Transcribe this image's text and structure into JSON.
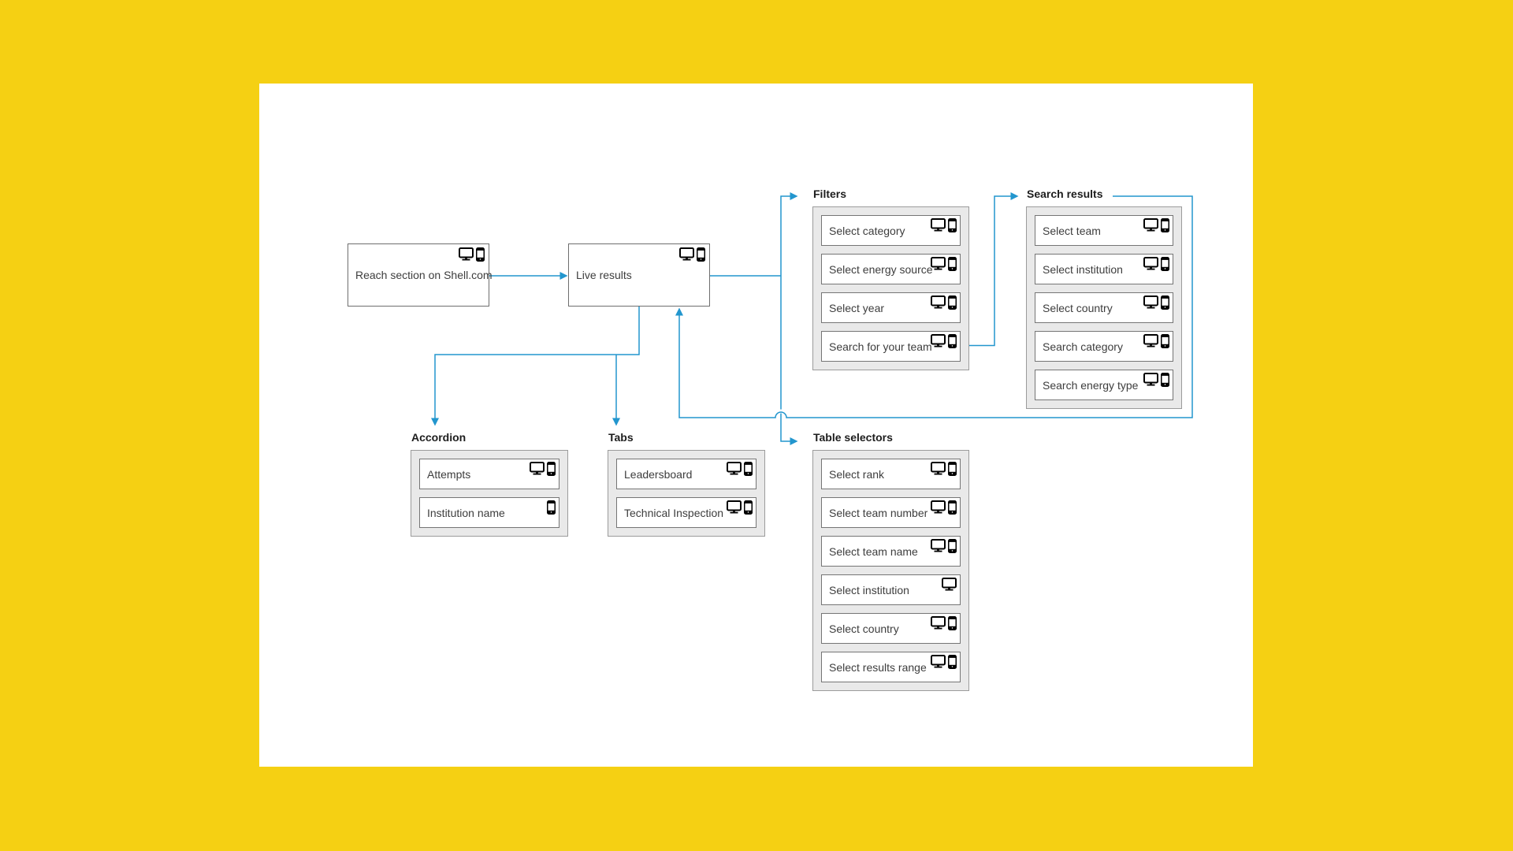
{
  "diagram": {
    "background_color": "#F5D013",
    "canvas_color": "#FFFFFF",
    "wire_color": "#2296CE",
    "nodes": [
      {
        "id": "reach",
        "label": "Reach section on Shell.com",
        "devices": [
          "desktop",
          "mobile"
        ]
      },
      {
        "id": "live",
        "label": "Live results",
        "devices": [
          "desktop",
          "mobile"
        ]
      }
    ],
    "groups": [
      {
        "id": "filters",
        "title": "Filters",
        "items": [
          {
            "label": "Select category",
            "devices": [
              "desktop",
              "mobile"
            ]
          },
          {
            "label": "Select energy source",
            "devices": [
              "desktop",
              "mobile"
            ]
          },
          {
            "label": "Select year",
            "devices": [
              "desktop",
              "mobile"
            ]
          },
          {
            "label": "Search for your team",
            "devices": [
              "desktop",
              "mobile"
            ]
          }
        ]
      },
      {
        "id": "search-results",
        "title": "Search results",
        "items": [
          {
            "label": "Select team",
            "devices": [
              "desktop",
              "mobile"
            ]
          },
          {
            "label": "Select institution",
            "devices": [
              "desktop",
              "mobile"
            ]
          },
          {
            "label": "Select country",
            "devices": [
              "desktop",
              "mobile"
            ]
          },
          {
            "label": "Search category",
            "devices": [
              "desktop",
              "mobile"
            ]
          },
          {
            "label": "Search energy type",
            "devices": [
              "desktop",
              "mobile"
            ]
          }
        ]
      },
      {
        "id": "accordion",
        "title": "Accordion",
        "items": [
          {
            "label": "Attempts",
            "devices": [
              "desktop",
              "mobile"
            ]
          },
          {
            "label": "Institution name",
            "devices": [
              "mobile"
            ]
          }
        ]
      },
      {
        "id": "tabs",
        "title": "Tabs",
        "items": [
          {
            "label": "Leadersboard",
            "devices": [
              "desktop",
              "mobile"
            ]
          },
          {
            "label": "Technical Inspection",
            "devices": [
              "desktop",
              "mobile"
            ]
          }
        ]
      },
      {
        "id": "table-selectors",
        "title": "Table selectors",
        "items": [
          {
            "label": "Select rank",
            "devices": [
              "desktop",
              "mobile"
            ]
          },
          {
            "label": "Select team number",
            "devices": [
              "desktop",
              "mobile"
            ]
          },
          {
            "label": "Select team name",
            "devices": [
              "desktop",
              "mobile"
            ]
          },
          {
            "label": "Select institution",
            "devices": [
              "desktop"
            ]
          },
          {
            "label": "Select country",
            "devices": [
              "desktop",
              "mobile"
            ]
          },
          {
            "label": "Select results range",
            "devices": [
              "desktop",
              "mobile"
            ]
          }
        ]
      }
    ]
  }
}
